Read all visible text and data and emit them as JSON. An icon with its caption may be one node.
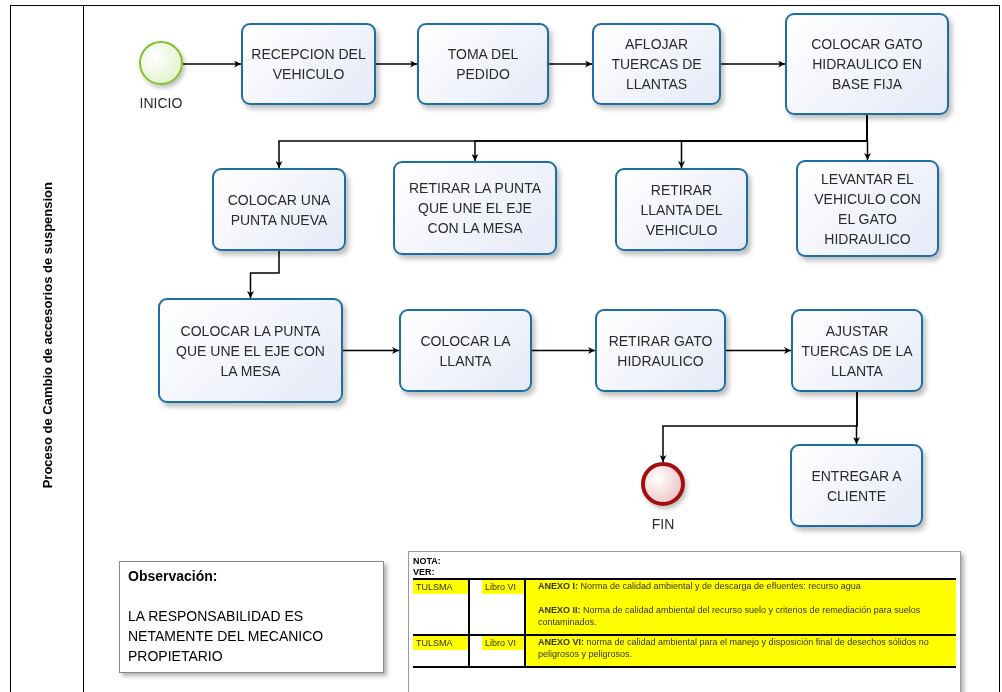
{
  "diagram": {
    "nodes": [
      {
        "text": [
          "Proceso de Cambio de accesorios de suspension"
        ]
      },
      {
        "text": [
          "INICIO"
        ],
        "in": 0
      },
      {
        "text": [
          "RECEPCION DEL VEHICULO"
        ],
        "in": 0
      },
      {
        "text": [
          "TOMA DEL PEDIDO"
        ],
        "in": 0
      },
      {
        "text": [
          "AFLOJAR TUERCAS DE LLANTAS"
        ],
        "in": 0
      },
      {
        "text": [
          "COLOCAR GATO HIDRAULICO EN BASE FIJA"
        ],
        "in": 0
      },
      {
        "text": [
          "COLOCAR UNA PUNTA NUEVA"
        ],
        "in": 0
      },
      {
        "text": [
          "RETIRAR LA PUNTA QUE UNE EL EJE CON LA MESA"
        ],
        "in": 0
      },
      {
        "text": [
          "RETIRAR LLANTA DEL VEHICULO"
        ],
        "in": 0
      },
      {
        "text": [
          "LEVANTAR EL VEHICULO CON EL GATO HIDRAULICO"
        ],
        "in": 0
      },
      {
        "text": [
          "COLOCAR LA PUNTA QUE UNE EL EJE CON LA MESA"
        ],
        "in": 0
      },
      {
        "text": [
          "COLOCAR LA LLANTA"
        ],
        "in": 0
      },
      {
        "text": [
          "RETIRAR GATO HIDRAULICO"
        ],
        "in": 0
      },
      {
        "text": [
          "AJUSTAR TUERCAS DE LA LLANTA"
        ],
        "in": 0
      },
      {
        "text": [
          "FIN"
        ],
        "in": 0
      },
      {
        "text": [
          "ENTREGAR A CLIENTE"
        ],
        "in": 0
      },
      {
        "text": [
          "Observación:",
          "LA RESPONSABILIDAD ES NETAMENTE DEL MECANICO PROPIETARIO"
        ],
        "in": 0
      }
    ],
    "edges": [
      {
        "from": 1,
        "to": 2,
        "arrow": "to"
      },
      {
        "from": 2,
        "to": 3,
        "arrow": "to"
      },
      {
        "from": 3,
        "to": 4,
        "arrow": "to"
      },
      {
        "from": 4,
        "to": 5,
        "arrow": "to"
      },
      {
        "from": 5,
        "to": 6,
        "arrow": "to"
      },
      {
        "from": 5,
        "to": 7,
        "arrow": "to"
      },
      {
        "from": 5,
        "to": 8,
        "arrow": "to"
      },
      {
        "from": 5,
        "to": 9,
        "arrow": "to"
      },
      {
        "from": 6,
        "to": 10,
        "arrow": "to"
      },
      {
        "from": 10,
        "to": 11,
        "arrow": "to"
      },
      {
        "from": 11,
        "to": 12,
        "arrow": "to"
      },
      {
        "from": 12,
        "to": 13,
        "arrow": "to"
      },
      {
        "from": 13,
        "to": 14,
        "arrow": "to"
      },
      {
        "from": 13,
        "to": 15,
        "arrow": "to"
      }
    ],
    "labels": [
      "NOTA:",
      "VER:",
      "TULSMA",
      "Libro VI",
      "**ANEXO I:** Norma de calidad ambiental y de descarga de efluentes: recurso agua",
      "**ANEXO II:** Norma de calidad ambiental del recurso suelo y criterios de remediación para suelos contaminados.",
      "TULSMA",
      "Libro VI",
      "**ANEXO VI:** norma de calidad ambiental para el manejo y disposición final de desechos sólidos no peligrosos y peligrosos."
    ]
  }
}
